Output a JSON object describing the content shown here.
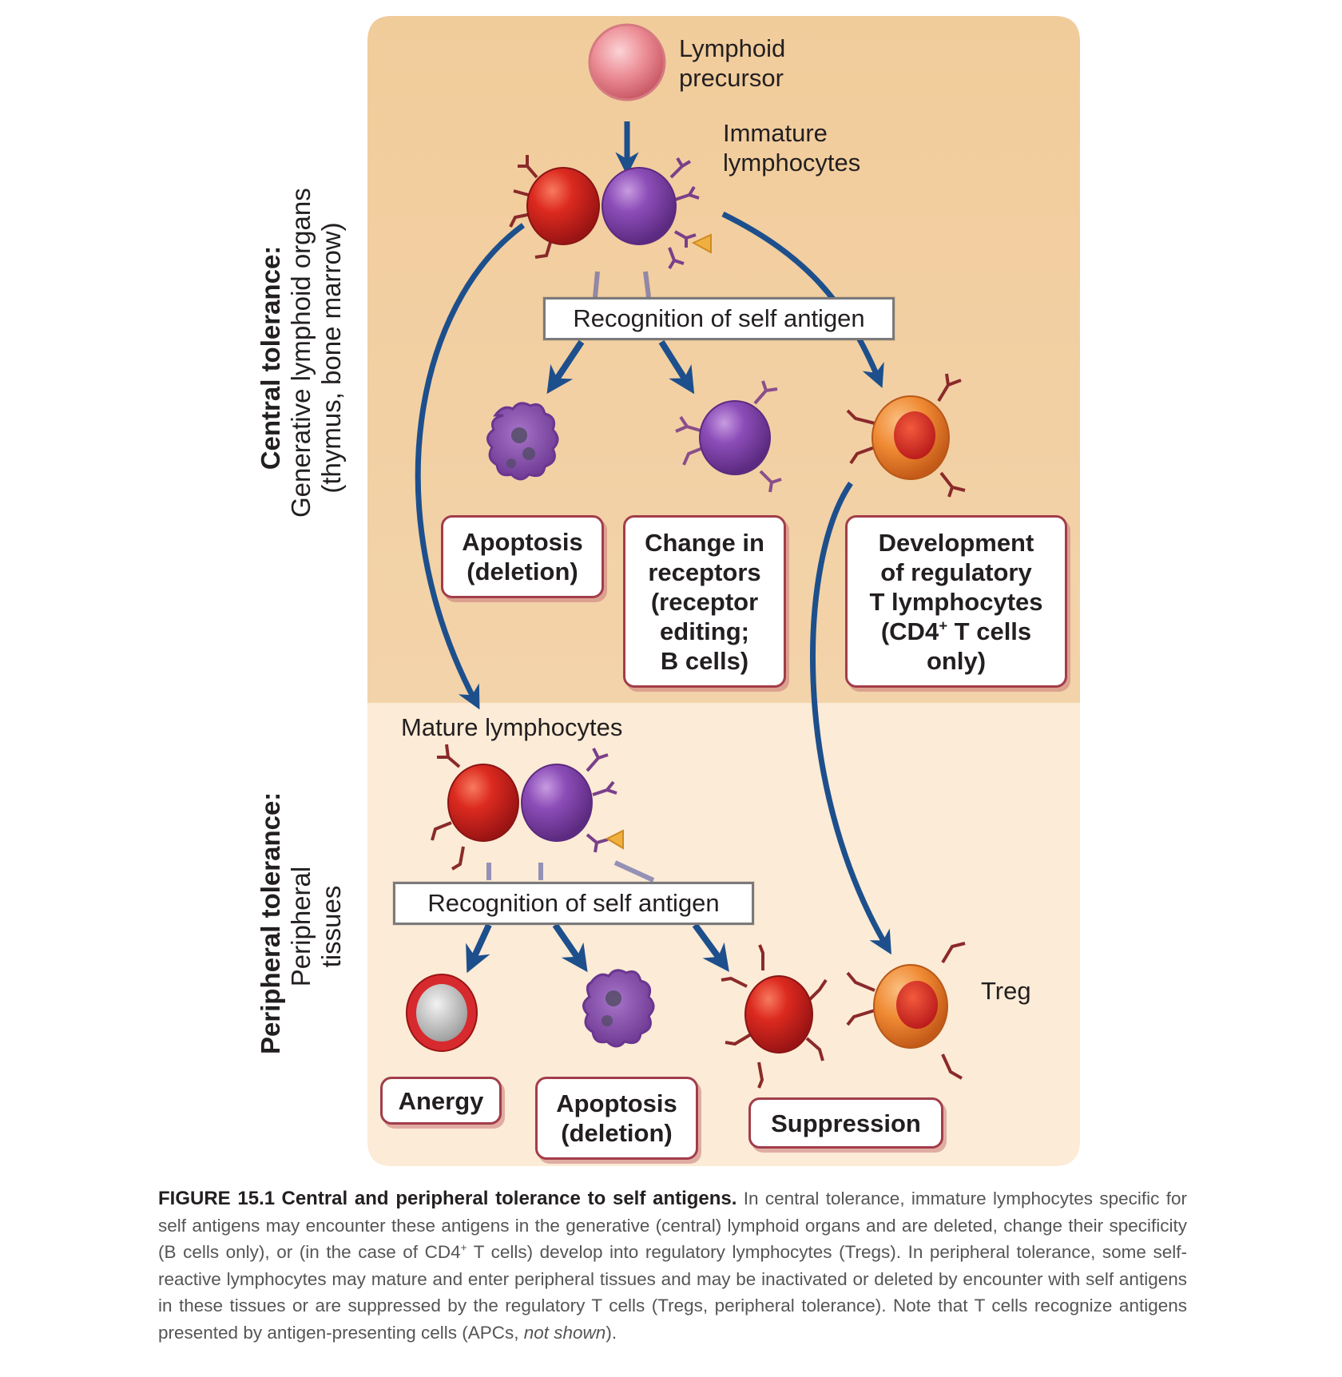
{
  "figure": {
    "number": "FIGURE 15.1",
    "title": "Central and peripheral tolerance to self antigens.",
    "caption_body": "In central tolerance, immature lymphocytes specific for self antigens may encounter these antigens in the generative (central) lymphoid organs and are deleted, change their specificity (B cells only), or (in the case of CD4",
    "caption_sup": "+",
    "caption_body2": " T cells) develop into regulatory lymphocytes (Tregs). In peripheral tolerance, some self-reactive lymphocytes may mature and enter peripheral tissues and may be inactivated or deleted by encounter with self antigens in these tissues or are suppressed by the regulatory T cells (Tregs, peripheral tolerance). Note that T cells recognize antigens presented by antigen-presenting cells (APCs, ",
    "caption_italic": "not shown",
    "caption_end": ")."
  },
  "regions": {
    "central": {
      "title": "Central tolerance:",
      "line1": "Generative lymphoid organs",
      "line2": "(thymus, bone marrow)",
      "background": "#f2cfa0"
    },
    "peripheral": {
      "title": "Peripheral tolerance:",
      "line1": "Peripheral",
      "line2": "tissues",
      "background": "#fcebd6"
    }
  },
  "labels": {
    "lymphoid_precursor_1": "Lymphoid",
    "lymphoid_precursor_2": "precursor",
    "immature_1": "Immature",
    "immature_2": "lymphocytes",
    "mature": "Mature lymphocytes",
    "treg": "Treg",
    "recognition_central": "Recognition of self antigen",
    "recognition_peripheral": "Recognition of self antigen"
  },
  "central_outcomes": [
    {
      "lines": [
        "Apoptosis",
        "(deletion)"
      ]
    },
    {
      "lines": [
        "Change in",
        "receptors",
        "(receptor",
        "editing;",
        "B cells)"
      ]
    },
    {
      "lines": [
        "Development",
        "of regulatory",
        "T lymphocytes",
        "(CD4+ T cells",
        "only)"
      ]
    }
  ],
  "peripheral_outcomes": [
    {
      "lines": [
        "Anergy"
      ]
    },
    {
      "lines": [
        "Apoptosis",
        "(deletion)"
      ]
    },
    {
      "lines": [
        "Suppression"
      ]
    }
  ],
  "colors": {
    "arrow": "#1d4f8c",
    "box_border": "#a23d4a",
    "t_cell": "#d42a23",
    "b_cell": "#8a4fb3",
    "treg": "#ee8a35",
    "precursor": "#e8818a",
    "antigen": "#f0b040"
  }
}
